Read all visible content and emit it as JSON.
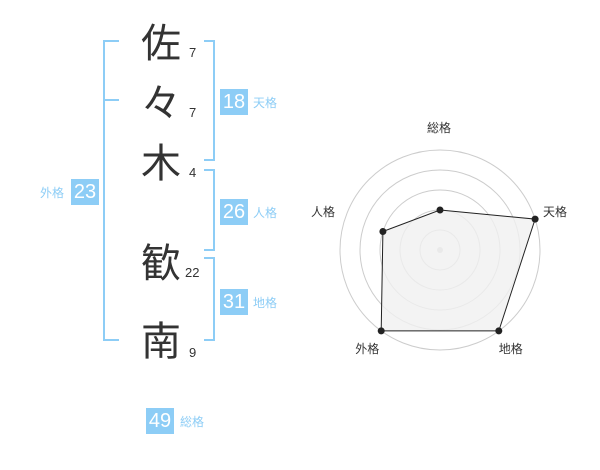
{
  "characters": [
    {
      "char": "佐",
      "strokes": "7"
    },
    {
      "char": "々",
      "strokes": "7"
    },
    {
      "char": "木",
      "strokes": "4"
    },
    {
      "char": "歓",
      "strokes": "22"
    },
    {
      "char": "南",
      "strokes": "9"
    }
  ],
  "kaku": {
    "tenkaku": {
      "value": "18",
      "label": "天格"
    },
    "jinkaku": {
      "value": "26",
      "label": "人格"
    },
    "chikaku": {
      "value": "31",
      "label": "地格"
    },
    "gaikaku": {
      "value": "23",
      "label": "外格"
    },
    "soukaku": {
      "value": "49",
      "label": "総格"
    }
  },
  "colors": {
    "accent": "#8dcdf6",
    "text": "#333333",
    "ring": "#cccccc",
    "fill": "#f0f0f0",
    "polygon": "#222222"
  },
  "chart_data": {
    "type": "radar",
    "axes": [
      "総格",
      "天格",
      "地格",
      "外格",
      "人格"
    ],
    "values": [
      2,
      5,
      5,
      5,
      3
    ],
    "max": 5,
    "rings": 5
  }
}
